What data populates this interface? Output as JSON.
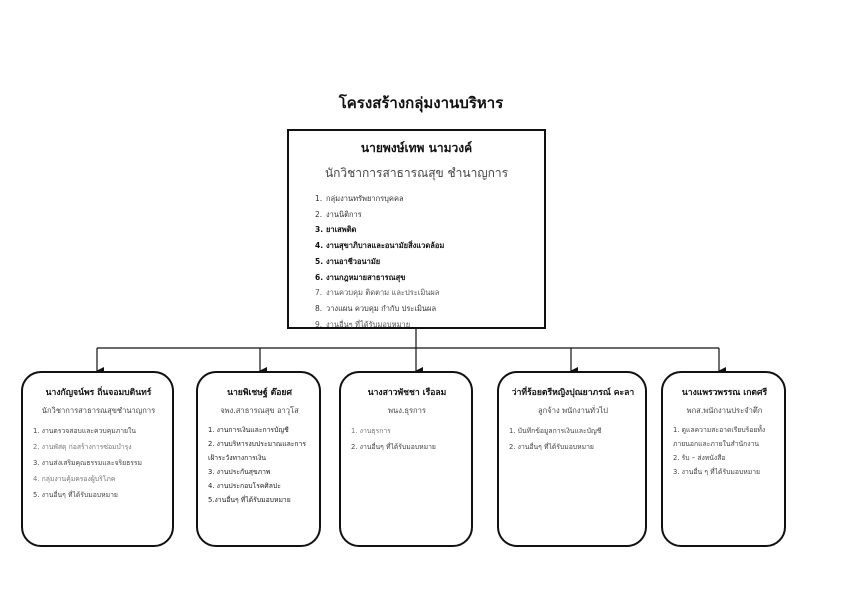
{
  "title": "โครงสร้างกลุ่มงานบริหาร",
  "head": {
    "name": "นายพงษ์เทพ  นามวงค์",
    "role": "นักวิชาการสาธารณสุข ชำนาญการ",
    "duties": [
      {
        "num": "1.",
        "text": "กลุ่มงานทรัพยากรบุคคล"
      },
      {
        "num": "2.",
        "text": "งานนิติการ"
      },
      {
        "num": "3.",
        "text": "ยาเสพติด"
      },
      {
        "num": "4.",
        "text": "งานสุขาภิบาลและอนามัยสิ่งแวดล้อม"
      },
      {
        "num": "5.",
        "text": "งานอาชีวอนามัย"
      },
      {
        "num": "6.",
        "text": "งานกฎหมายสาธารณสุข"
      },
      {
        "num": "7.",
        "text": "งานควบคุม ติดตาม และประเมินผล"
      },
      {
        "num": "8.",
        "text": "วางแผน ควบคุม กำกับ ประเมินผล"
      },
      {
        "num": "9.",
        "text": "งานอื่นๆ ที่ได้รับมอบหมาย"
      }
    ]
  },
  "staff": [
    {
      "name": "นางกัญจน์พร  ถิ่นจอมบดินทร์",
      "role": "นักวิชาการสาธารณสุขชำนาญการ",
      "duties": [
        "1. งานตรวจสอบและควบคุมภายใน",
        "2. งานพัสดุ ก่อสร้างการซ่อมบำรุง",
        "3. งานส่งเสริมคุณธรรมและจริยธรรม",
        "4. กลุ่มงานคุ้มครองผู้บริโภค",
        "5. งานอื่นๆ ที่ได้รับมอบหมาย"
      ]
    },
    {
      "name": "นายพิเชษฐ์  ต๊อยศ",
      "role": "จพง.สาธารณสุข อาวุโส",
      "duties": [
        "1. งานการเงินและการบัญชี",
        "2. งานบริหารงบประมาณและการเฝ้าระวังทางการเงิน",
        "3. งานประกันสุขภาพ",
        "4. งานประกอบโรคศิลปะ",
        "5.งานอื่นๆ ที่ได้รับมอบหมาย"
      ]
    },
    {
      "name": "นางสาวพัชชา  เรือลม",
      "role": "พนง.ธุรการ",
      "duties": [
        "1. งานธุรการ",
        "2. งานอื่นๆ ที่ได้รับมอบหมาย"
      ]
    },
    {
      "name": "ว่าที่ร้อยตรีหญิงปุณยาภรณ์ คะลา",
      "role": "ลูกจ้าง พนักงานทั่วไป",
      "duties": [
        "1. บันทึกข้อมูลการเงินและบัญชี",
        "2. งานอื่นๆ ที่ได้รับมอบหมาย"
      ]
    },
    {
      "name": "นางแพรวพรรณ  เกตศรี",
      "role": "พกส.พนักงานประจำตึก",
      "duties": [
        "1. ดูแลความสะอาดเรียบร้อยทั้งภายนอกและภายในสำนักงาน",
        "2. รับ – ส่งหนังสือ",
        "3. งานอื่น ๆ ที่ได้รับมอบหมาย"
      ]
    }
  ]
}
